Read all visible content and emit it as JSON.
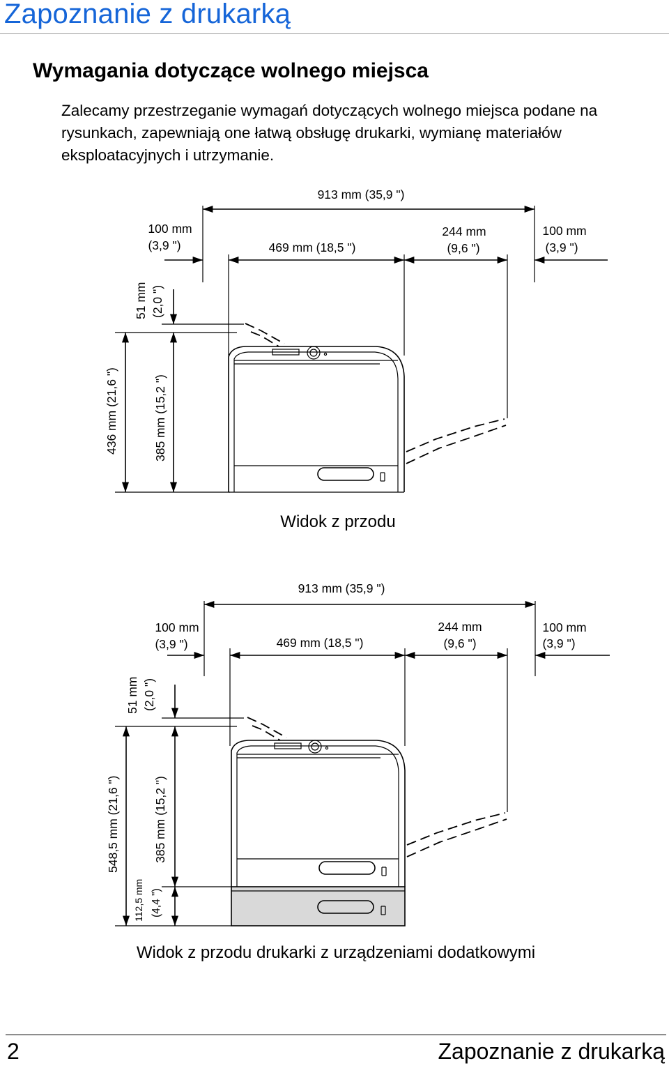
{
  "chapter_title": "Zapoznanie z drukarką",
  "section_title": "Wymagania dotyczące wolnego miejsca",
  "intro_text": "Zalecamy przestrzeganie wymagań dotyczących wolnego miejsca podane na rysunkach, zapewniają one łatwą obsługę drukarki, wymianę materiałów eksploatacyjnych i utrzymanie.",
  "diagram_front": {
    "total_width": "913 mm (35,9 \")",
    "left_clear_mm": "100 mm",
    "left_clear_in": "(3,9 \")",
    "printer_width": "469 mm (18,5 \")",
    "tray_depth_mm": "244 mm",
    "tray_depth_in": "(9,6 \")",
    "right_clear_mm": "100 mm",
    "right_clear_in": "(3,9 \")",
    "top_clear_mm": "51 mm",
    "top_clear_in": "(2,0 \")",
    "total_height": "436 mm (21,6 \")",
    "printer_height": "385 mm (15,2 \")",
    "caption": "Widok z przodu"
  },
  "diagram_options": {
    "total_width": "913 mm (35,9 \")",
    "left_clear_mm": "100 mm",
    "left_clear_in": "(3,9 \")",
    "printer_width": "469 mm (18,5 \")",
    "tray_depth_mm": "244 mm",
    "tray_depth_in": "(9,6 \")",
    "right_clear_mm": "100 mm",
    "right_clear_in": "(3,9 \")",
    "top_clear_mm": "51 mm",
    "top_clear_in": "(2,0 \")",
    "total_height": "548,5 mm (21,6 \")",
    "printer_height": "385 mm (15,2 \")",
    "option_height_mm": "112,5 mm",
    "option_height_in": "(4,4 \")",
    "caption": "Widok z przodu drukarki z urządzeniami dodatkowymi"
  },
  "footer": {
    "page_number": "2",
    "title": "Zapoznanie z drukarką"
  },
  "colors": {
    "heading_blue": "#1565d8",
    "option_tray_gray": "#d9d9d9"
  }
}
